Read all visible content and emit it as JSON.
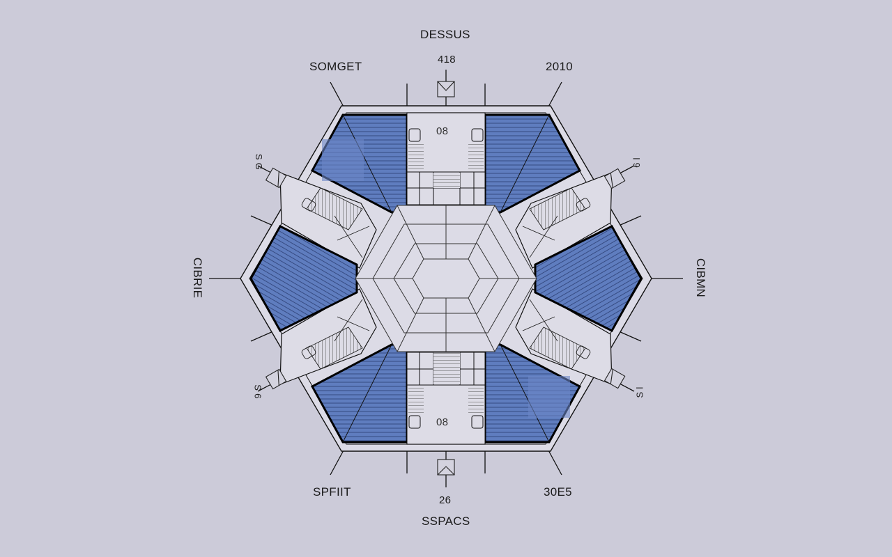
{
  "diagram": {
    "type": "hexagonal floor plan",
    "colors": {
      "background": "#cccbd9",
      "hatched_zone": "#5f7dbf",
      "floor": "#dddce6",
      "line": "#111111"
    }
  },
  "labels": {
    "top": "DESSUS",
    "top_number": "418",
    "top_left": "SOMGET",
    "top_right": "2010",
    "left": "CIBRIE",
    "right": "CIBMN",
    "bottom_left": "SPFIIT",
    "bottom_right": "30E5",
    "bottom_number": "26",
    "bottom": "SSPACS",
    "nw_marker": "S G",
    "ne_marker": "6 l",
    "sw_marker": "S 6",
    "se_marker": "S l",
    "top_room_mark": "08",
    "bottom_room_mark": "08"
  }
}
